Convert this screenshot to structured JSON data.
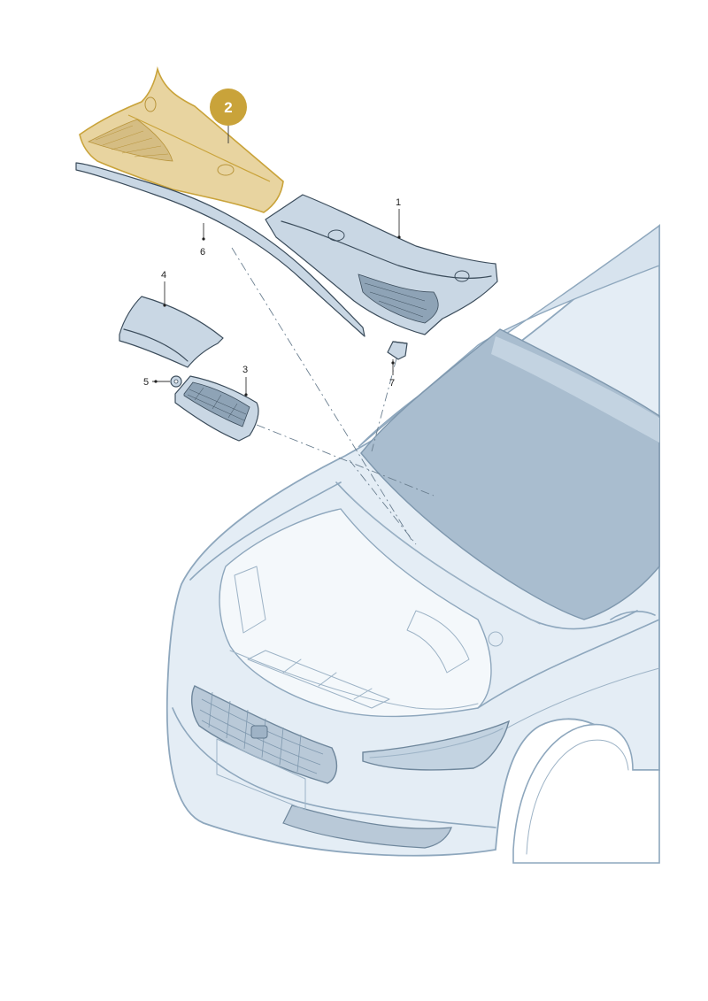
{
  "callouts": [
    {
      "id": "1",
      "label": "1"
    },
    {
      "id": "2",
      "label": "2",
      "highlighted": true
    },
    {
      "id": "3",
      "label": "3"
    },
    {
      "id": "4",
      "label": "4"
    },
    {
      "id": "5",
      "label": "5"
    },
    {
      "id": "6",
      "label": "6"
    },
    {
      "id": "7",
      "label": "7"
    }
  ],
  "colors": {
    "highlight_fill": "#e8d4a0",
    "highlight_stroke": "#c9a33a",
    "badge": "#c9a33a",
    "car_fill": "#e4edf5",
    "windshield": "#a9bdcf",
    "part_fill": "#c9d7e4"
  }
}
